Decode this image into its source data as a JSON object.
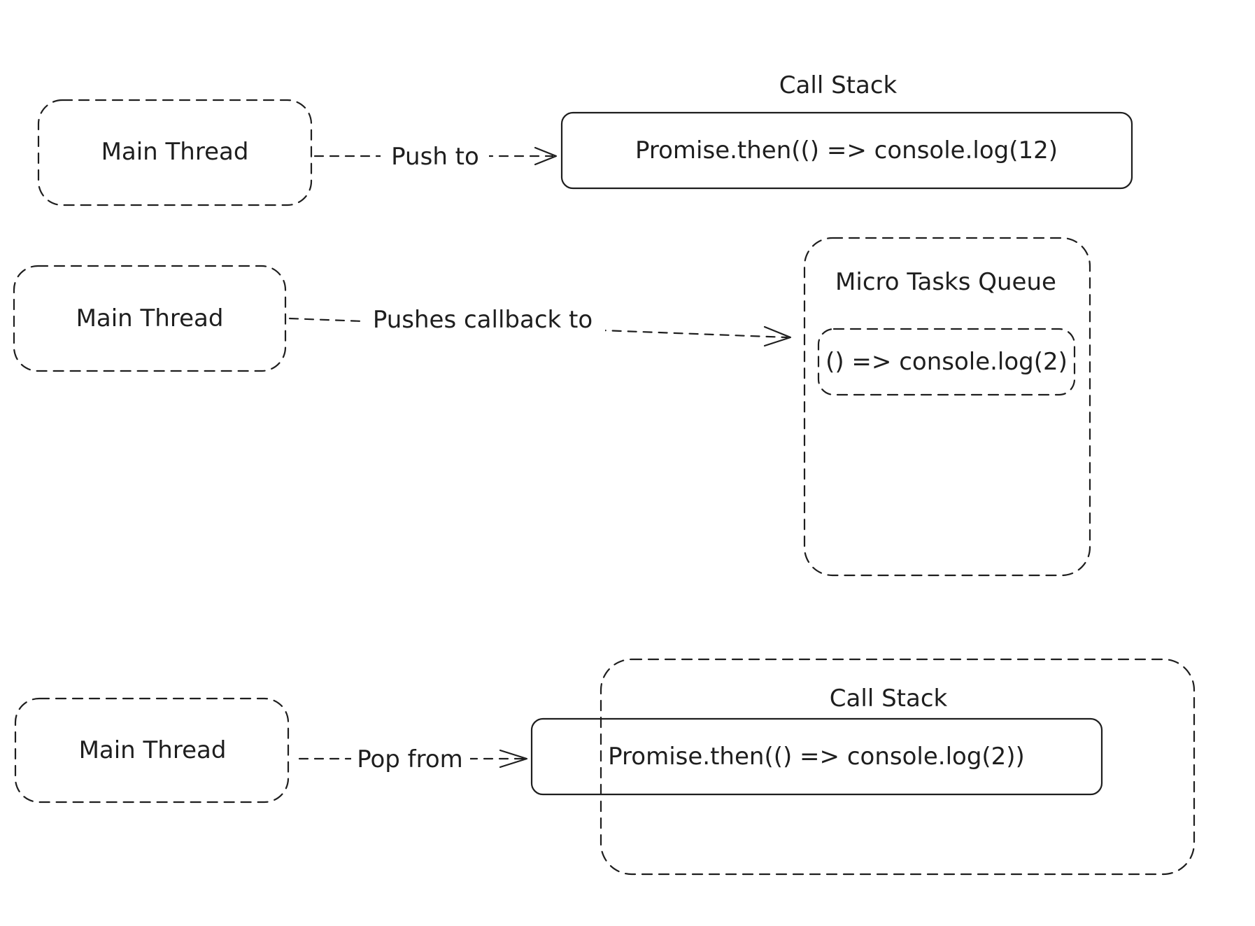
{
  "sections": [
    {
      "source_label": "Main Thread",
      "arrow_label": "Push to",
      "target_title": "Call Stack",
      "target_item": "Promise.then(() => console.log(12)"
    },
    {
      "source_label": "Main Thread",
      "arrow_label": "Pushes callback to",
      "target_title": "Micro Tasks Queue",
      "target_item": "() => console.log(2)"
    },
    {
      "source_label": "Main Thread",
      "arrow_label": "Pop from",
      "target_title": "Call Stack",
      "target_item": "Promise.then(() => console.log(2))"
    }
  ],
  "colors": {
    "stroke": "#1e1e1e",
    "background": "#ffffff"
  }
}
